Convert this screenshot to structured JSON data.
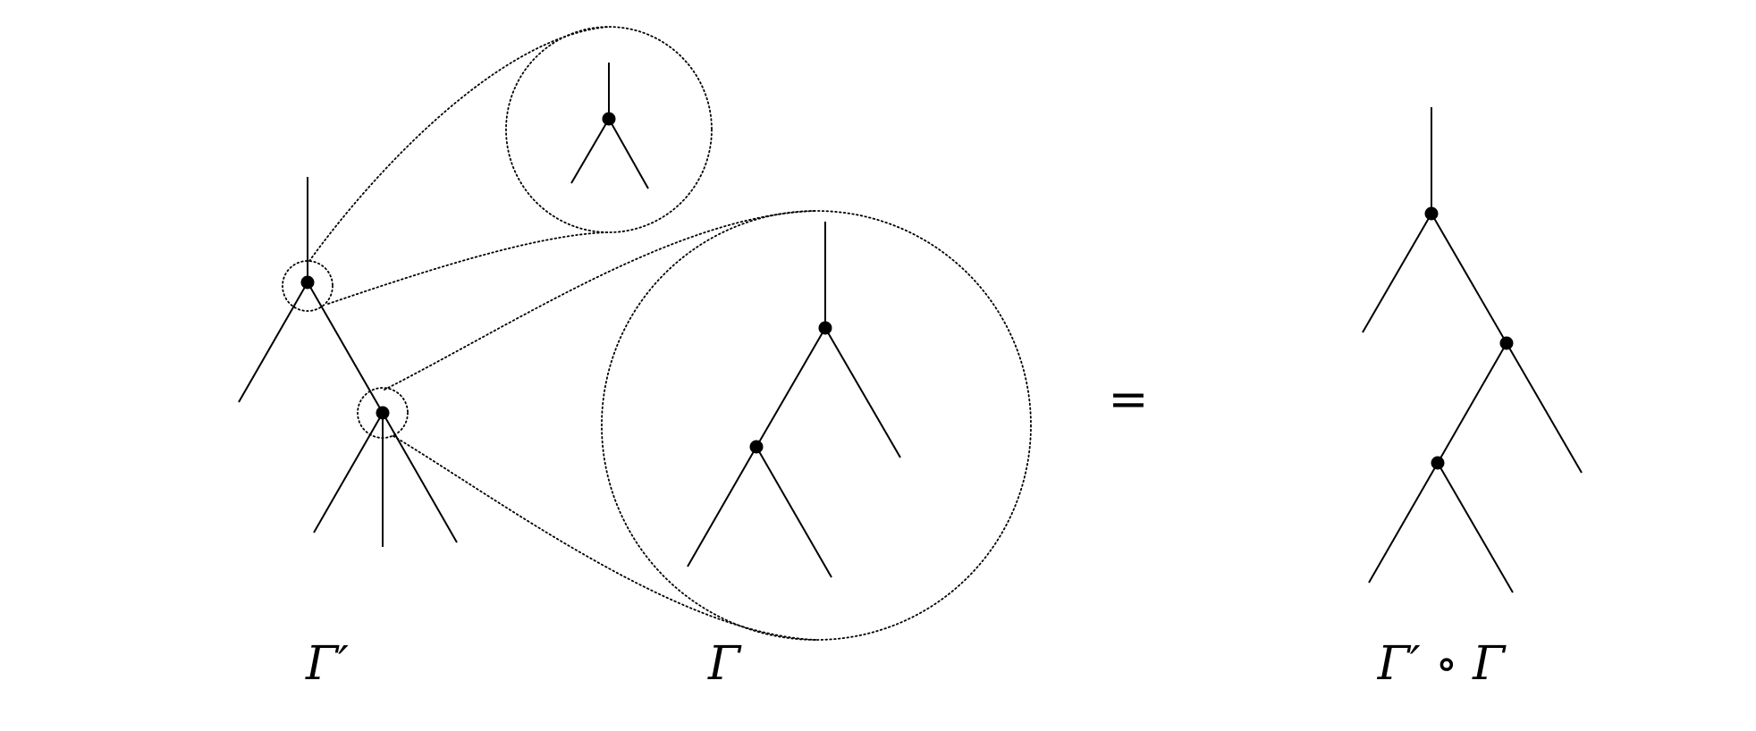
{
  "labels": {
    "gamma_prime": "Γ′",
    "gamma": "Γ",
    "composition": "Γ′ ∘ Γ",
    "equals": "="
  }
}
